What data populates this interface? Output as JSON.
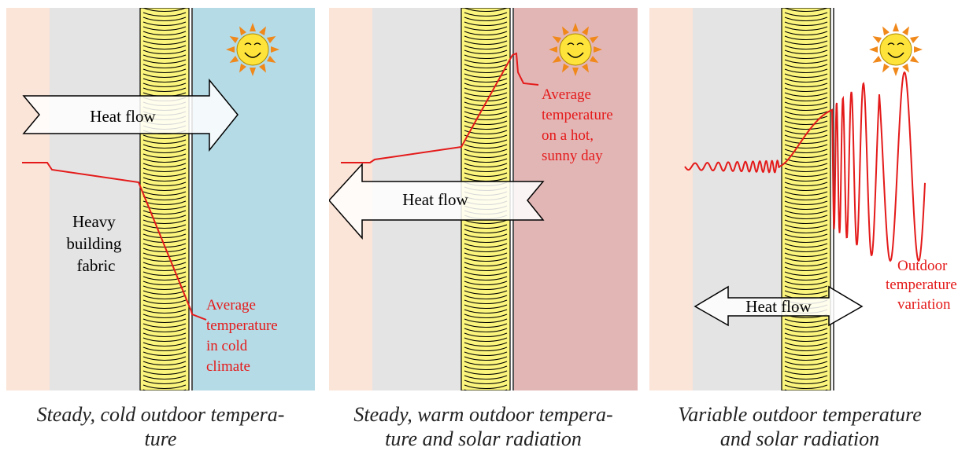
{
  "panels": [
    {
      "outdoor_color": "#b5dbe6",
      "heat_flow_label": "Heat flow",
      "fabric_label_lines": [
        "Heavy",
        "building",
        "fabric"
      ],
      "temp_label_lines": [
        "Average",
        "temperature",
        "in cold",
        "climate"
      ],
      "caption_lines": [
        "Steady, cold outdoor tempera-",
        "ture"
      ]
    },
    {
      "outdoor_color": "#e3b6b6",
      "heat_flow_label": "Heat flow",
      "temp_label_lines": [
        "Average",
        "temperature",
        "on a hot,",
        "sunny day"
      ],
      "caption_lines": [
        "Steady, warm outdoor tempera-",
        "ture and solar radiation"
      ]
    },
    {
      "outdoor_color": "#ffffff",
      "heat_flow_label": "Heat flow",
      "temp_label_lines": [
        "Outdoor",
        "temperature",
        "variation"
      ],
      "caption_lines": [
        "Variable  outdoor temperature",
        "and solar radiation"
      ]
    }
  ],
  "colors": {
    "indoor": "#fbe4d8",
    "concrete": "#e4e4e4",
    "insulation": "#fbf57d",
    "temperature_line": "#e41a1a",
    "sun": "#fde33a",
    "sun_rays": "#f0881a"
  },
  "icons": [
    "sun-icon",
    "heat-flow-arrow-icon"
  ]
}
